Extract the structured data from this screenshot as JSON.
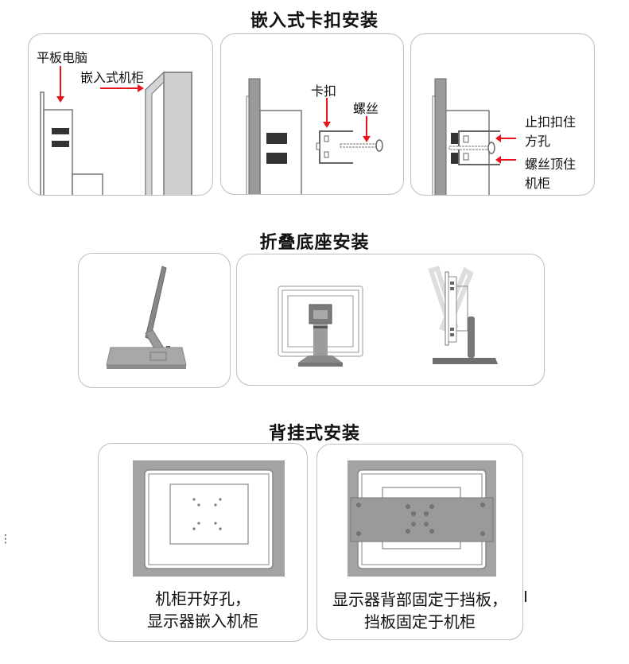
{
  "sections": [
    {
      "title": "嵌入式卡扣安装",
      "panels": [
        {
          "labels": [
            "平板电脑",
            "嵌入式机柜"
          ]
        },
        {
          "labels": [
            "卡扣",
            "螺丝"
          ]
        },
        {
          "labels": [
            "止扣扣住",
            "方孔",
            "螺丝顶住",
            "机柜"
          ]
        }
      ]
    },
    {
      "title": "折叠底座安装"
    },
    {
      "title": "背挂式安装",
      "panels": [
        {
          "caption": [
            "机柜开好孔，",
            "显示器嵌入机柜"
          ]
        },
        {
          "caption": [
            "显示器背部固定于挡板，",
            "挡板固定于机柜"
          ]
        }
      ]
    }
  ],
  "colors": {
    "arrow": "#e8141c",
    "panel_border": "#bdbdbd",
    "device_gray": "#9a9a9a"
  }
}
